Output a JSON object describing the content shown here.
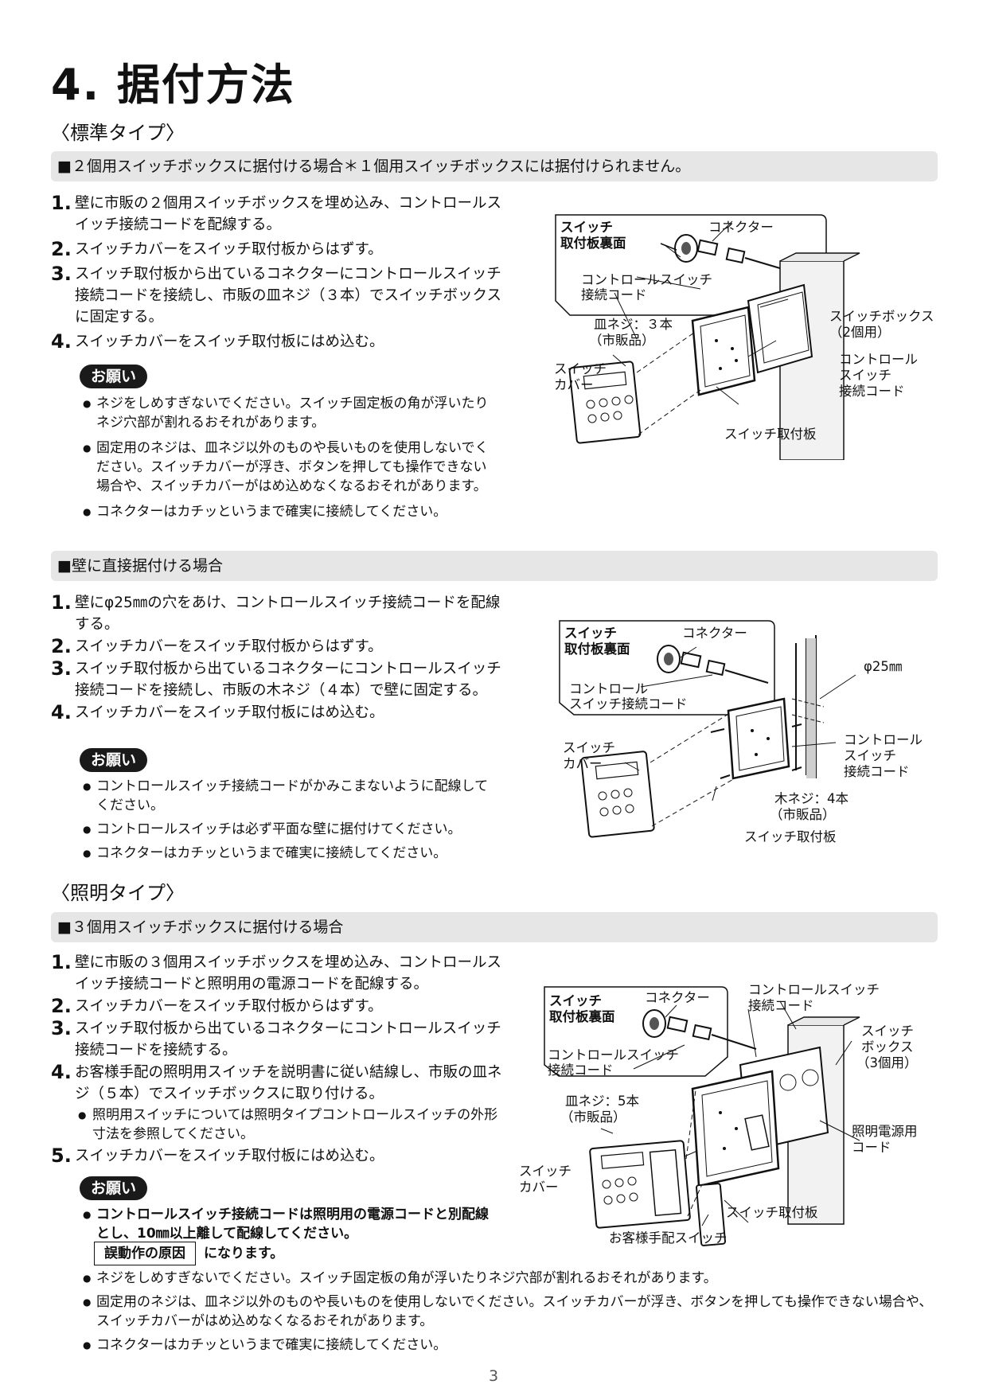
{
  "page": {
    "title": "4. 据付方法",
    "number": "3"
  },
  "standard": {
    "heading": "〈標準タイプ〉",
    "box2": {
      "bar": "■２個用スイッチボックスに据付ける場合＊１個用スイッチボックスには据付けられません。",
      "steps": [
        {
          "num": "1.",
          "text": "壁に市販の２個用スイッチボックスを埋め込み、コントロールスイッチ接続コードを配線する。"
        },
        {
          "num": "2.",
          "text": "スイッチカバーをスイッチ取付板からはずす。"
        },
        {
          "num": "3.",
          "text": "スイッチ取付板から出ているコネクターにコントロールスイッチ接続コードを接続し、市販の皿ネジ（３本）でスイッチボックスに固定する。"
        },
        {
          "num": "4.",
          "text": "スイッチカバーをスイッチ取付板にはめ込む。"
        }
      ],
      "onegai": "お願い",
      "notes": [
        "ネジをしめすぎないでください。スイッチ固定板の角が浮いたりネジ穴部が割れるおそれがあります。",
        "固定用のネジは、皿ネジ以外のものや長いものを使用しないでください。スイッチカバーが浮き、ボタンを押しても操作できない場合や、スイッチカバーがはめ込めなくなるおそれがあります。",
        "コネクターはカチッというまで確実に接続してください。"
      ],
      "diagram": {
        "inset_title_1": "スイッチ",
        "inset_title_2": "取付板裏面",
        "connector": "コネクター",
        "code_1": "コントロールスイッチ",
        "code_2": "接続コード",
        "screw_1": "皿ネジ：３本",
        "screw_2": "（市販品）",
        "box_1": "スイッチボックス",
        "box_2": "（2個用）",
        "cover_1": "スイッチ",
        "cover_2": "カバー",
        "ctrl_1": "コントロール",
        "ctrl_2": "スイッチ",
        "ctrl_3": "接続コード",
        "plate": "スイッチ取付板"
      }
    },
    "wall": {
      "bar": "■壁に直接据付ける場合",
      "steps": [
        {
          "num": "1.",
          "text": "壁にφ25㎜の穴をあけ、コントロールスイッチ接続コードを配線する。"
        },
        {
          "num": "2.",
          "text": "スイッチカバーをスイッチ取付板からはずす。"
        },
        {
          "num": "3.",
          "text": "スイッチ取付板から出ているコネクターにコントロールスイッチ接続コードを接続し、市販の木ネジ（４本）で壁に固定する。"
        },
        {
          "num": "4.",
          "text": "スイッチカバーをスイッチ取付板にはめ込む。"
        }
      ],
      "onegai": "お願い",
      "notes": [
        "コントロールスイッチ接続コードがかみこまないように配線してください。",
        "コントロールスイッチは必ず平面な壁に据付けてください。",
        "コネクターはカチッというまで確実に接続してください。"
      ],
      "diagram": {
        "inset_title_1": "スイッチ",
        "inset_title_2": "取付板裏面",
        "connector": "コネクター",
        "code_1": "コントロール",
        "code_2": "スイッチ接続コード",
        "hole": "φ25㎜",
        "cover_1": "スイッチ",
        "cover_2": "カバー",
        "ctrl_1": "コントロール",
        "ctrl_2": "スイッチ",
        "ctrl_3": "接続コード",
        "screw_1": "木ネジ：4本",
        "screw_2": "（市販品）",
        "plate": "スイッチ取付板"
      }
    }
  },
  "lighting": {
    "heading": "〈照明タイプ〉",
    "bar": "■３個用スイッチボックスに据付ける場合",
    "steps": [
      {
        "num": "1.",
        "text": "壁に市販の３個用スイッチボックスを埋め込み、コントロールスイッチ接続コードと照明用の電源コードを配線する。"
      },
      {
        "num": "2.",
        "text": "スイッチカバーをスイッチ取付板からはずす。"
      },
      {
        "num": "3.",
        "text": "スイッチ取付板から出ているコネクターにコントロールスイッチ接続コードを接続する。"
      },
      {
        "num": "4.",
        "text": "お客様手配の照明用スイッチを説明書に従い結線し、市販の皿ネジ（５本）でスイッチボックスに取り付ける。"
      }
    ],
    "sub_note": "照明用スイッチについては照明タイプコントロールスイッチの外形寸法を参照してください。",
    "step5": {
      "num": "5.",
      "text": "スイッチカバーをスイッチ取付板にはめ込む。"
    },
    "onegai": "お願い",
    "bold_note": "コントロールスイッチ接続コードは照明用の電源コードと別配線とし、10㎜以上離して配線してください。",
    "cause_box": "誤動作の原因",
    "cause_tail": "になります。",
    "notes": [
      "ネジをしめすぎないでください。スイッチ固定板の角が浮いたりネジ穴部が割れるおそれがあります。",
      "固定用のネジは、皿ネジ以外のものや長いものを使用しないでください。スイッチカバーが浮き、ボタンを押しても操作できない場合や、スイッチカバーがはめ込めなくなるおそれがあります。",
      "コネクターはカチッというまで確実に接続してください。"
    ],
    "diagram": {
      "inset_title_1": "スイッチ",
      "inset_title_2": "取付板裏面",
      "connector": "コネクター",
      "code_1": "コントロールスイッチ",
      "code_2": "接続コード",
      "top_code_1": "コントロールスイッチ",
      "top_code_2": "接続コード",
      "box_1": "スイッチ",
      "box_2": "ボックス",
      "box_3": "（3個用）",
      "screw_1": "皿ネジ：5本",
      "screw_2": "（市販品）",
      "power_1": "照明電源用",
      "power_2": "コード",
      "cover_1": "スイッチ",
      "cover_2": "カバー",
      "plate": "スイッチ取付板",
      "customer_switch": "お客様手配スイッチ"
    }
  }
}
